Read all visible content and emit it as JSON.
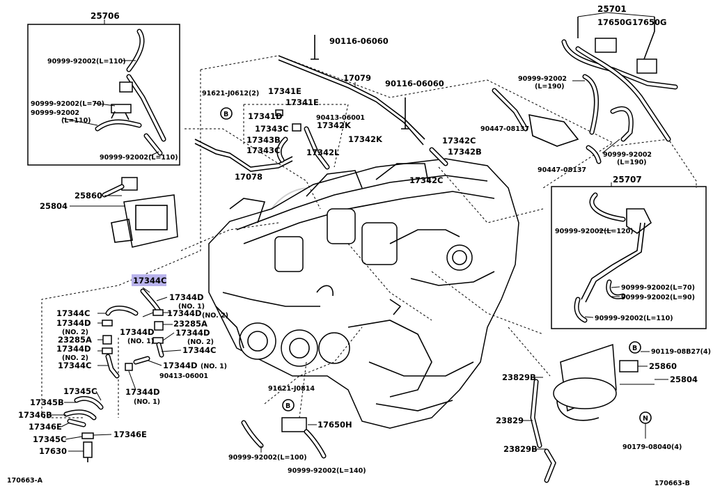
{
  "labels": {
    "l25706": "25706",
    "l25701": "25701",
    "l17650g_a": "17650G",
    "l17650g_b": "17650G",
    "l90116_a": "90116-06060",
    "l90116_b": "90116-06060",
    "l17079": "17079",
    "l91621_a": "91621-J0612(2)",
    "l17341e_a": "17341E",
    "l17341e_b": "17341E",
    "l17341d": "17341D",
    "l90413_a": "90413-06001",
    "l17343c_a": "17343C",
    "l17342k_a": "17342K",
    "l17343b": "17343B",
    "l17342k_b": "17342K",
    "l17343c_b": "17343C",
    "l17342l": "17342L",
    "l17342c_a": "17342C",
    "l17342b": "17342B",
    "l17342c_b": "17342C",
    "l17078": "17078",
    "l90447_a": "90447-08137",
    "l90447_b": "90447-08137",
    "l90999_r1": "90999-92002",
    "l_r1len": "(L=190)",
    "l90999_r2": "90999-92002",
    "l_r2len": "(L=190)",
    "l90999_a": "90999-92002(L=110)",
    "l90999_b": "90999-92002(L=70)",
    "l90999_c": "90999-92002",
    "l_clen": "(L=110)",
    "l90999_d": "90999-92002(L=110)",
    "l25860_a": "25860",
    "l25804_a": "25804",
    "l25707": "25707",
    "l90999_e": "90999-92002(L=120)",
    "l90999_f": "90999-92002(L=70)",
    "l90999_g": "90999-92002(L=90)",
    "l90999_h": "90999-92002(L=110)",
    "l17344c_hl": "17344C",
    "l17344d_a": "17344D",
    "l_no1_a": "(NO. 1)",
    "l17344c_a": "17344C",
    "l17344d_b": "17344D",
    "l_no2_a": "(NO. 2)",
    "l17344d_c": "17344D",
    "l_no2_b": "(NO. 2)",
    "l23285a_a": "23285A",
    "l17344d_d": "17344D",
    "l_no1_b": "(NO. 1)",
    "l17344d_e": "17344D",
    "l_no2_c": "(NO. 2)",
    "l23285a_b": "23285A",
    "l17344d_f": "17344D",
    "l_no2_d": "(NO. 2)",
    "l17344c_b": "17344C",
    "l17344c_c": "17344C",
    "l17344d_g": "17344D",
    "l_no1_c": "(NO. 1)",
    "l90413_b": "90413-06001",
    "l17344d_h": "17344D",
    "l_no1_d": "(NO. 1)",
    "l17345c_a": "17345C",
    "l17345b": "17345B",
    "l17346b": "17346B",
    "l17346e_a": "17346E",
    "l17345c_b": "17345C",
    "l17346e_b": "17346E",
    "l17630": "17630",
    "l91621_b": "91621-J0814",
    "l17650h": "17650H",
    "l90999_i": "90999-92002(L=100)",
    "l90999_j": "90999-92002(L=140)",
    "l23829b_a": "23829B",
    "l23829": "23829",
    "l23829b_b": "23829B",
    "l90119": "90119-08B27(4)",
    "l25860_b": "25860",
    "l25804_b": "25804",
    "l90179": "90179-08040(4)",
    "code_a": "170663-A",
    "code_b": "170663-B",
    "mark_b": "B",
    "mark_n": "N"
  },
  "colors": {
    "highlight": "#b9b3ec",
    "ink": "#000000",
    "paper": "#ffffff"
  }
}
